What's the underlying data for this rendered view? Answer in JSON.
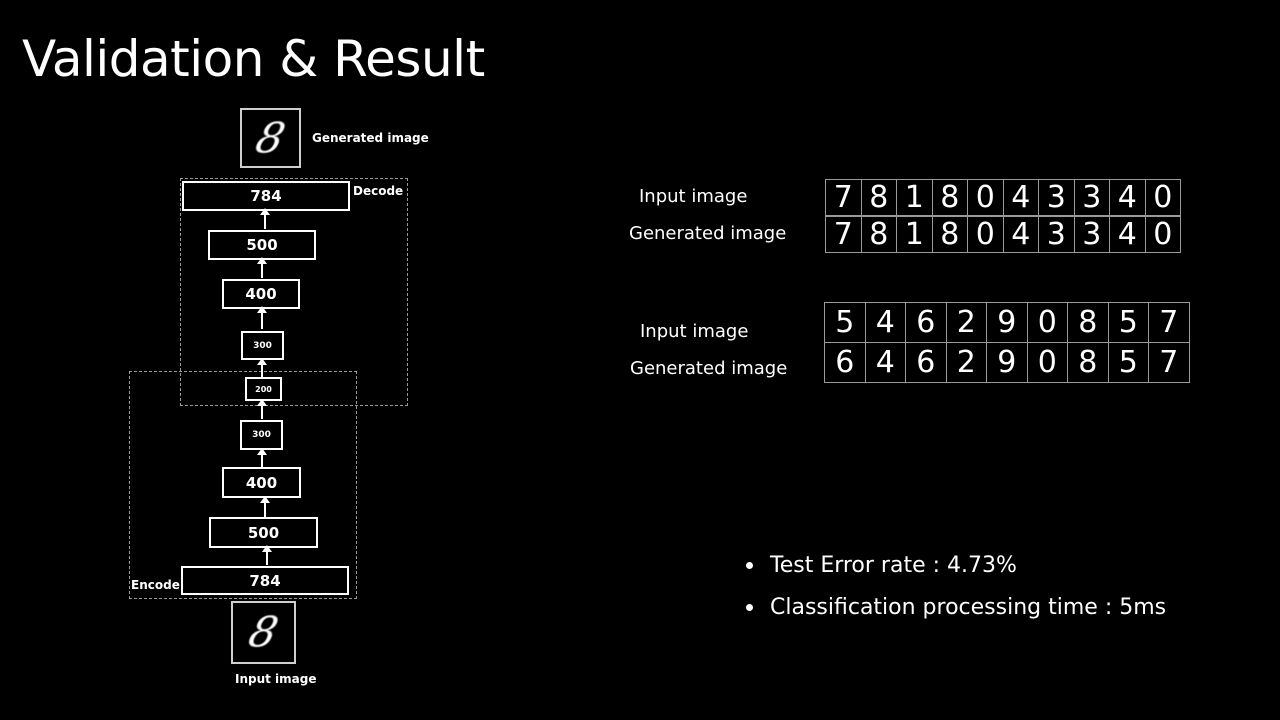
{
  "title": "Validation & Result",
  "diagram": {
    "generated_image_label": "Generated image",
    "input_image_label": "Input image",
    "generated_thumb_digit": "8",
    "input_thumb_digit": "8",
    "decode_label": "Decode",
    "encode_label": "Encode",
    "decoder_layers": [
      "784",
      "500",
      "400",
      "300"
    ],
    "bottleneck": "200",
    "encoder_layers": [
      "300",
      "400",
      "500",
      "784"
    ]
  },
  "comparisons": [
    {
      "input_label": "Input image",
      "generated_label": "Generated image",
      "input_digits": [
        "7",
        "8",
        "1",
        "8",
        "0",
        "4",
        "3",
        "3",
        "4",
        "0"
      ],
      "generated_digits": [
        "7",
        "8",
        "1",
        "8",
        "0",
        "4",
        "3",
        "3",
        "4",
        "0"
      ]
    },
    {
      "input_label": "Input image",
      "generated_label": "Generated image",
      "input_digits": [
        "5",
        "4",
        "6",
        "2",
        "9",
        "0",
        "8",
        "5",
        "7"
      ],
      "generated_digits": [
        "6",
        "4",
        "6",
        "2",
        "9",
        "0",
        "8",
        "5",
        "7"
      ]
    }
  ],
  "results": [
    "Test Error rate : 4.73%",
    "Classification processing time : 5ms"
  ]
}
